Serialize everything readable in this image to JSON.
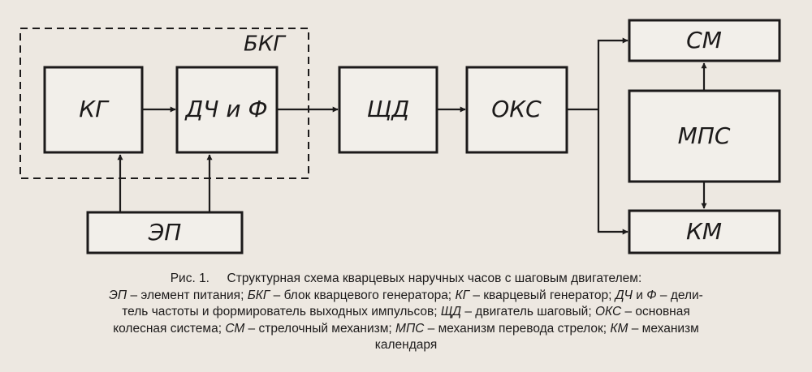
{
  "diagram": {
    "blocks": {
      "kg": "КГ",
      "dchf": "ДЧ и Ф",
      "ep": "ЭП",
      "shd": "ЩД",
      "oks": "ОКС",
      "sm": "СМ",
      "mps": "МПС",
      "km": "КМ"
    },
    "group_label": "БКГ"
  },
  "caption": {
    "line1": {
      "fig": "Рис. 1.",
      "title": "Структурная схема кварцевых наручных часов с шаговым двигателем:"
    },
    "line2": {
      "t1": "ЭП",
      "d1": " – элемент питания; ",
      "t2": "БКГ",
      "d2": " – блок кварцевого генератора; ",
      "t3": "КГ",
      "d3": " – кварцевый генератор; ",
      "t4": "ДЧ",
      "d4": " и ",
      "t5": "Ф",
      "d5": " – дели-"
    },
    "line3": {
      "d1": "тель частоты и формирователь выходных импульсов; ",
      "t1": "ЩД",
      "d2": " – двигатель шаговый; ",
      "t2": "ОКС",
      "d3": " – основная"
    },
    "line4": {
      "d1": "колесная система; ",
      "t1": "СМ",
      "d2": " – стрелочный механизм; ",
      "t2": "МПС",
      "d3": " – механизм перевода стрелок; ",
      "t3": "КМ",
      "d4": " – механизм"
    },
    "line5": "календаря"
  }
}
